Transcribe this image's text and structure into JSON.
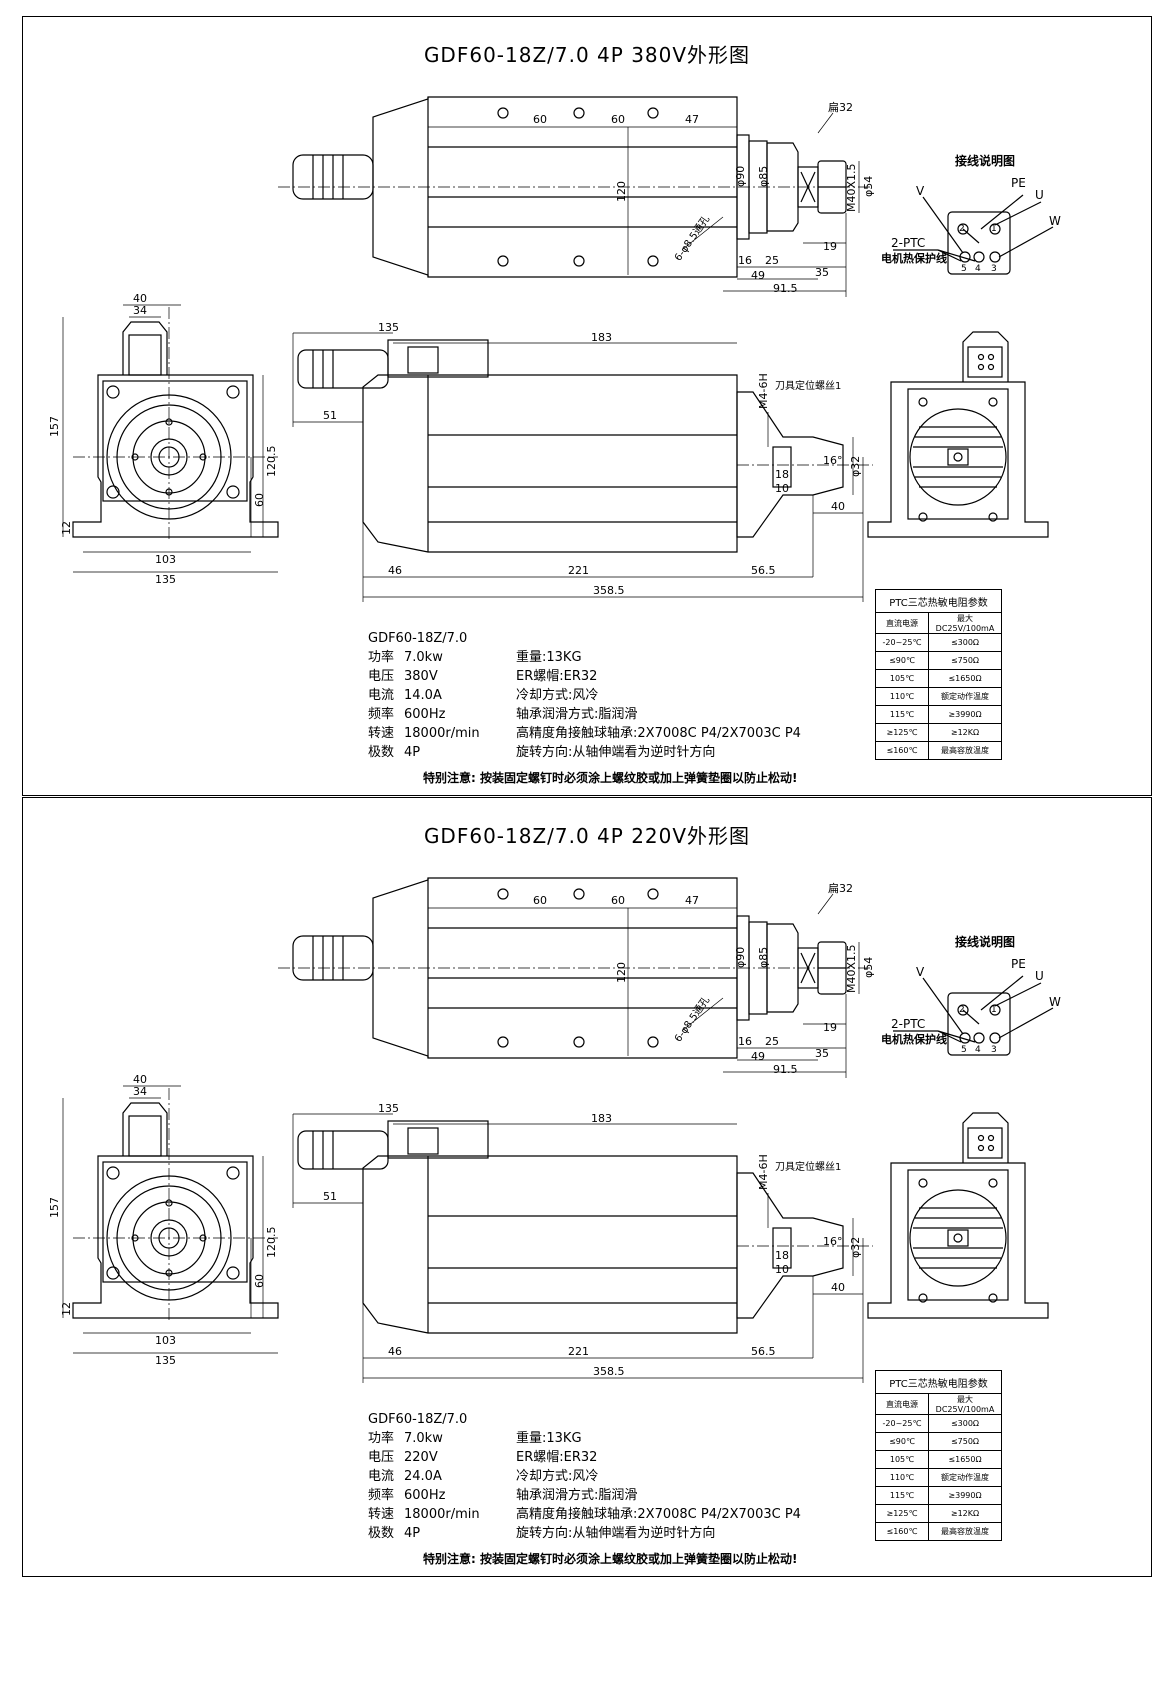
{
  "sheets": [
    {
      "title": "GDF60-18Z/7.0 4P 380V外形图",
      "dims": {
        "top_60a": "60",
        "top_60b": "60",
        "top_47": "47",
        "flat_32": "扁32",
        "d120": "120",
        "d90": "φ90",
        "d85": "φ85",
        "m40": "M40X1.5",
        "d54": "φ54",
        "holes": "6-φ8.5通孔",
        "h16": "16",
        "h25": "25",
        "h19": "19",
        "h49": "49",
        "h35": "35",
        "h915": "91.5",
        "f40": "40",
        "f34": "34",
        "f157": "157",
        "f1205": "120.5",
        "f60": "60",
        "f12": "12",
        "f103": "103",
        "f135": "135",
        "s135": "135",
        "s183": "183",
        "s51": "51",
        "s_m4": "M4-6H",
        "s_screw": "刀具定位螺丝1",
        "s16": "16°",
        "s_d32": "φ32",
        "s18": "18",
        "s10": "10",
        "s40": "40",
        "s46": "46",
        "s221": "221",
        "s565": "56.5",
        "s3585": "358.5"
      },
      "wiring": {
        "title": "接线说明图",
        "pe": "PE",
        "v": "V",
        "u": "U",
        "w": "W",
        "ptc": "2-PTC",
        "ptc_desc": "电机热保护线",
        "pins": [
          "2",
          "1",
          "4",
          "5",
          "3"
        ]
      },
      "specs": {
        "model": "GDF60-18Z/7.0",
        "rows": [
          {
            "k": "功率",
            "v": "7.0kw",
            "k2": "重量:",
            "v2": "13KG"
          },
          {
            "k": "电压",
            "v": "380V",
            "k2": "ER螺帽:",
            "v2": "ER32"
          },
          {
            "k": "电流",
            "v": "14.0A",
            "k2": "冷却方式:",
            "v2": "风冷"
          },
          {
            "k": "频率",
            "v": "600Hz",
            "k2": "轴承润滑方式:",
            "v2": "脂润滑"
          },
          {
            "k": "转速",
            "v": "18000r/min",
            "k2": "高精度角接触球轴承:",
            "v2": "2X7008C P4/2X7003C P4"
          },
          {
            "k": "极数",
            "v": "4P",
            "k2": "旋转方向:",
            "v2": "从轴伸端看为逆时针方向"
          }
        ],
        "note": "特别注意: 按装固定螺钉时必须涂上螺纹胶或加上弹簧垫圈以防止松动!"
      },
      "ptc_table": {
        "title": "PTC三芯热敏电阻参数",
        "header": [
          "直流电源",
          "最大DC25V/100mA"
        ],
        "rows": [
          [
            "-20~25℃",
            "≤300Ω"
          ],
          [
            "≤90℃",
            "≤750Ω"
          ],
          [
            "105℃",
            "≤1650Ω"
          ],
          [
            "110℃",
            "额定动作温度"
          ],
          [
            "115℃",
            "≥3990Ω"
          ],
          [
            "≥125℃",
            "≥12KΩ"
          ],
          [
            "≤160℃",
            "最高容放温度"
          ]
        ]
      }
    },
    {
      "title": "GDF60-18Z/7.0 4P 220V外形图",
      "dims": {
        "top_60a": "60",
        "top_60b": "60",
        "top_47": "47",
        "flat_32": "扁32",
        "d120": "120",
        "d90": "φ90",
        "d85": "φ85",
        "m40": "M40X1.5",
        "d54": "φ54",
        "holes": "6-φ8.5通孔",
        "h16": "16",
        "h25": "25",
        "h19": "19",
        "h49": "49",
        "h35": "35",
        "h915": "91.5",
        "f40": "40",
        "f34": "34",
        "f157": "157",
        "f1205": "120.5",
        "f60": "60",
        "f12": "12",
        "f103": "103",
        "f135": "135",
        "s135": "135",
        "s183": "183",
        "s51": "51",
        "s_m4": "M4-6H",
        "s_screw": "刀具定位螺丝1",
        "s16": "16°",
        "s_d32": "φ32",
        "s18": "18",
        "s10": "10",
        "s40": "40",
        "s46": "46",
        "s221": "221",
        "s565": "56.5",
        "s3585": "358.5"
      },
      "wiring": {
        "title": "接线说明图",
        "pe": "PE",
        "v": "V",
        "u": "U",
        "w": "W",
        "ptc": "2-PTC",
        "ptc_desc": "电机热保护线",
        "pins": [
          "2",
          "1",
          "4",
          "5",
          "3"
        ]
      },
      "specs": {
        "model": "GDF60-18Z/7.0",
        "rows": [
          {
            "k": "功率",
            "v": "7.0kw",
            "k2": "重量:",
            "v2": "13KG"
          },
          {
            "k": "电压",
            "v": "220V",
            "k2": "ER螺帽:",
            "v2": "ER32"
          },
          {
            "k": "电流",
            "v": "24.0A",
            "k2": "冷却方式:",
            "v2": "风冷"
          },
          {
            "k": "频率",
            "v": "600Hz",
            "k2": "轴承润滑方式:",
            "v2": "脂润滑"
          },
          {
            "k": "转速",
            "v": "18000r/min",
            "k2": "高精度角接触球轴承:",
            "v2": "2X7008C P4/2X7003C P4"
          },
          {
            "k": "极数",
            "v": "4P",
            "k2": "旋转方向:",
            "v2": "从轴伸端看为逆时针方向"
          }
        ],
        "note": "特别注意: 按装固定螺钉时必须涂上螺纹胶或加上弹簧垫圈以防止松动!"
      },
      "ptc_table": {
        "title": "PTC三芯热敏电阻参数",
        "header": [
          "直流电源",
          "最大DC25V/100mA"
        ],
        "rows": [
          [
            "-20~25℃",
            "≤300Ω"
          ],
          [
            "≤90℃",
            "≤750Ω"
          ],
          [
            "105℃",
            "≤1650Ω"
          ],
          [
            "110℃",
            "额定动作温度"
          ],
          [
            "115℃",
            "≥3990Ω"
          ],
          [
            "≥125℃",
            "≥12KΩ"
          ],
          [
            "≤160℃",
            "最高容放温度"
          ]
        ]
      }
    }
  ]
}
